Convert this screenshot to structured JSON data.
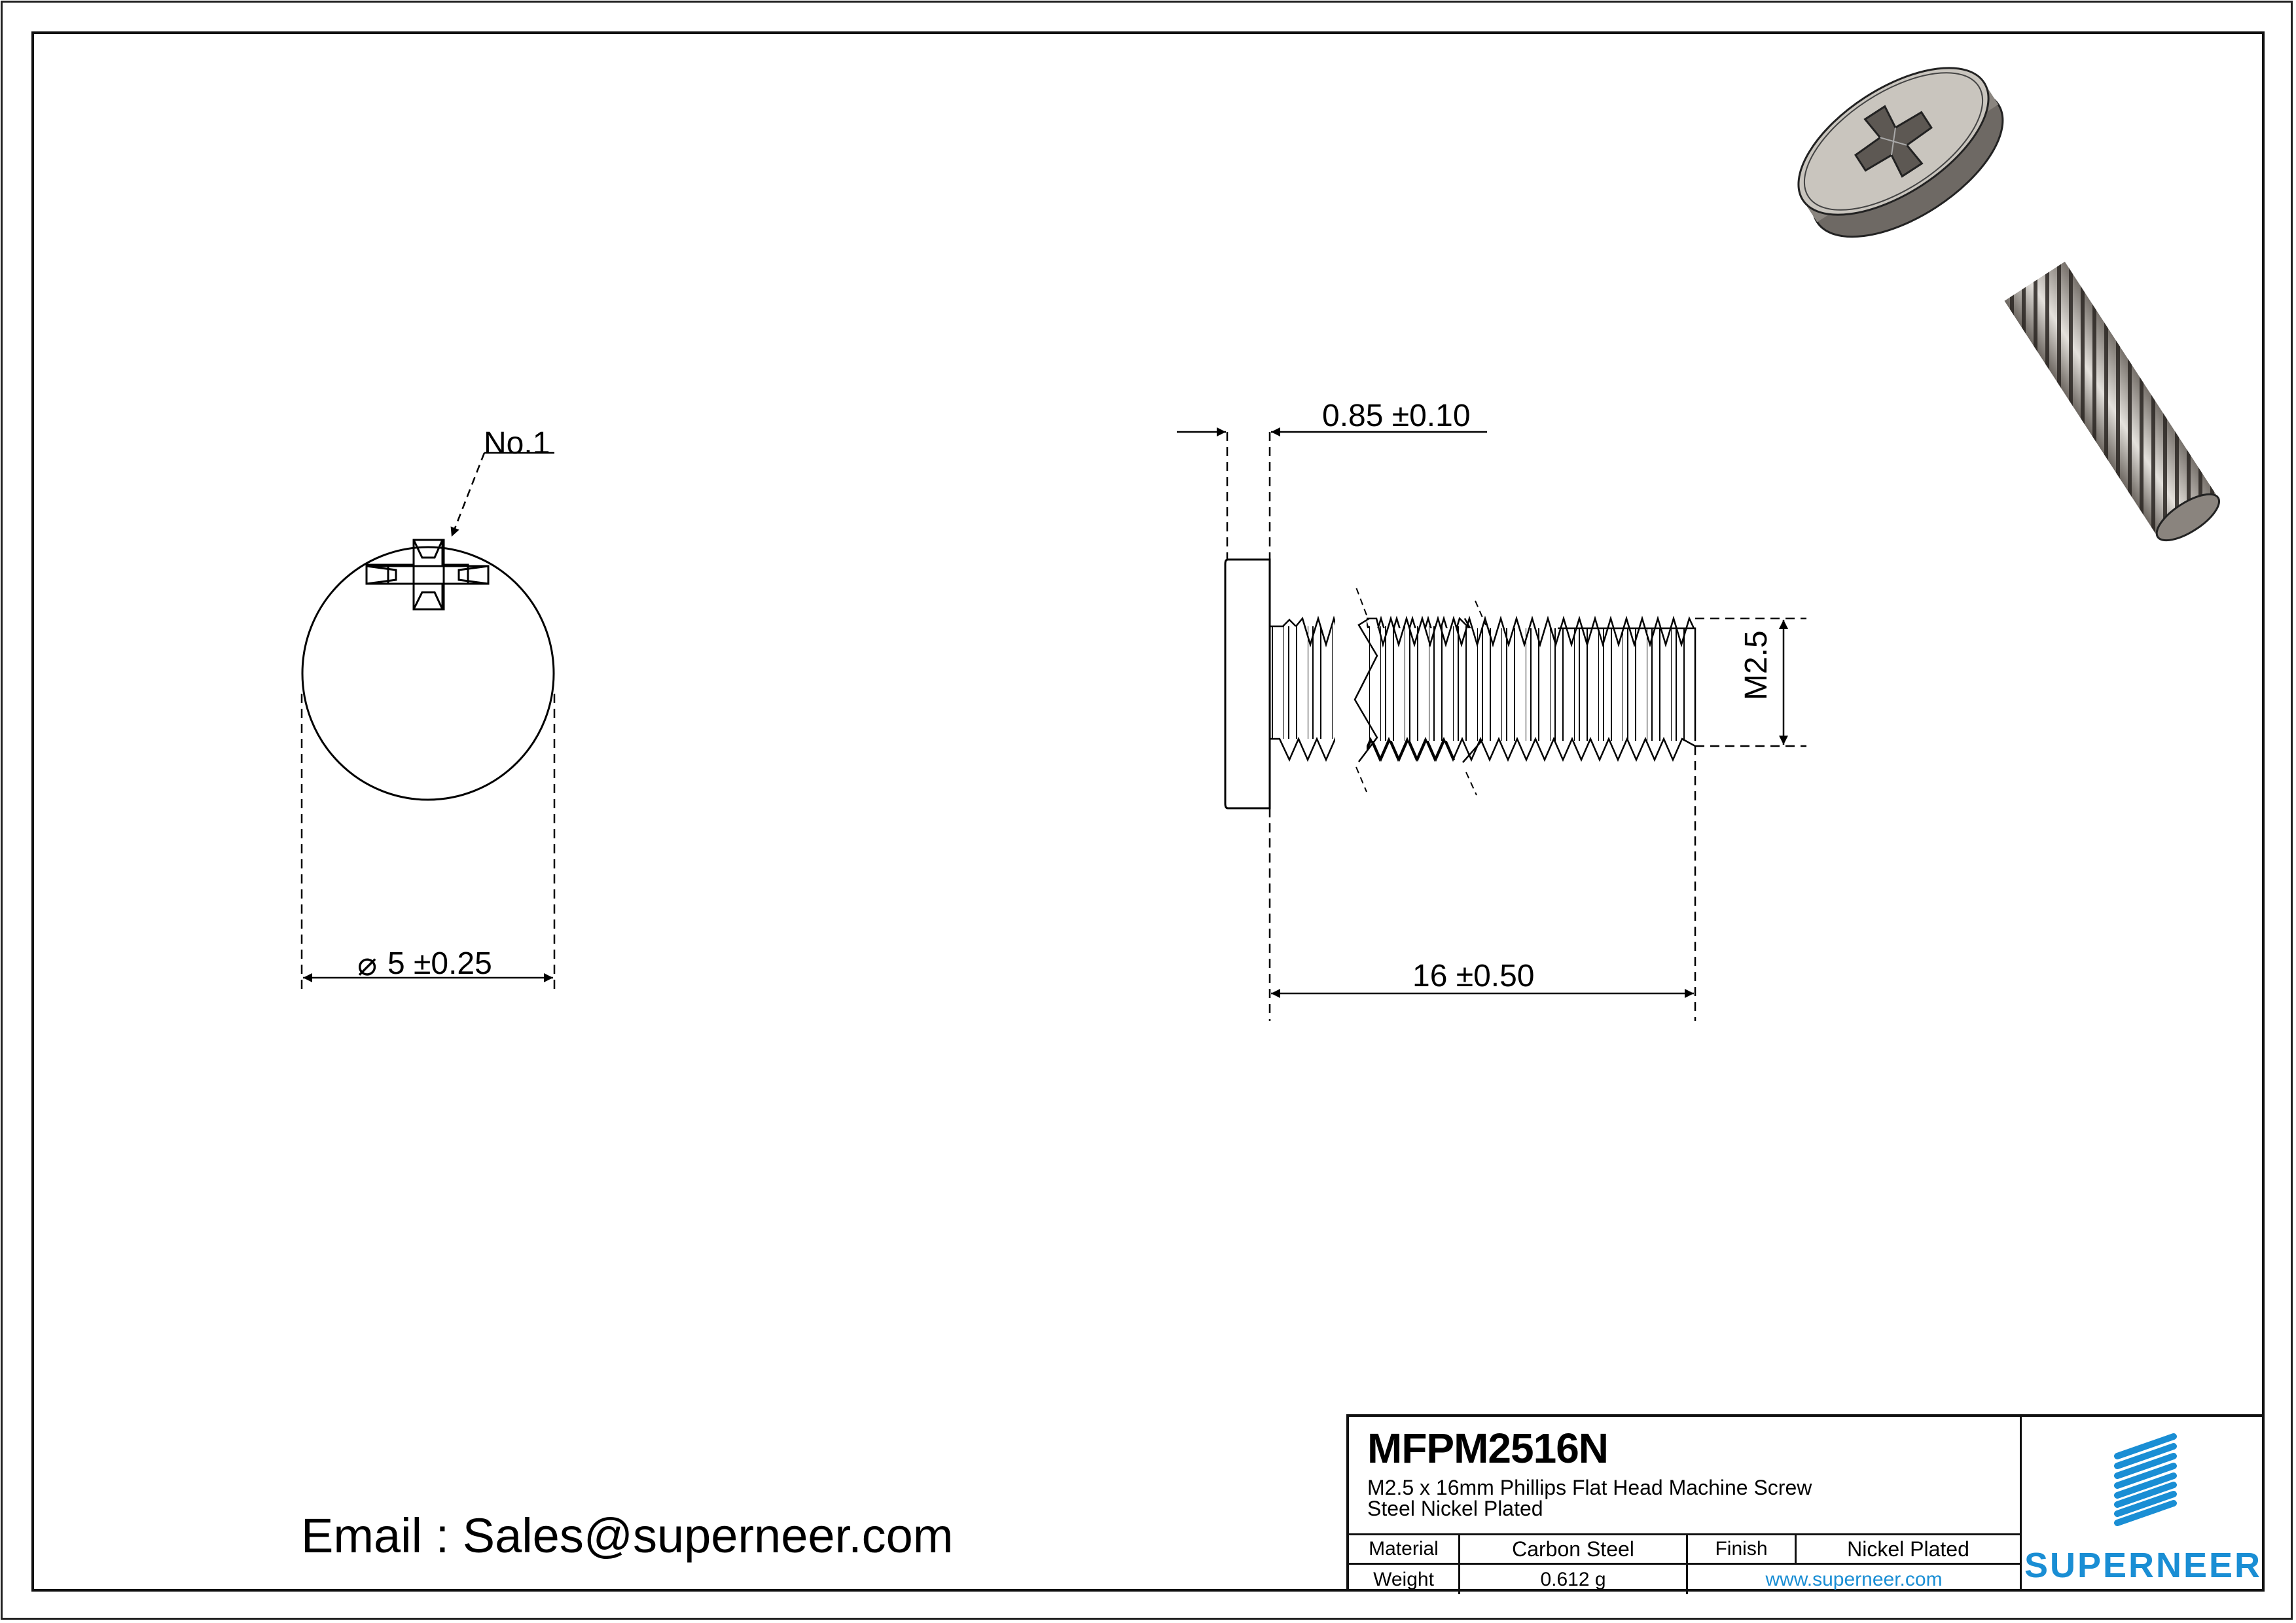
{
  "drawing": {
    "front_view": {
      "callout_label": "No.1",
      "diameter_symbol": "⌀",
      "diameter_dimension": "5 ±0.25"
    },
    "side_view": {
      "head_thickness_dimension": "0.85 ±0.10",
      "thread_size_dimension": "M2.5",
      "length_dimension": "16 ±0.50"
    },
    "isometric_view": {
      "description": "3D rendered Phillips flat head machine screw"
    }
  },
  "contact": {
    "email_line": "Email : Sales@superneer.com"
  },
  "title_block": {
    "part_number": "MFPM2516N",
    "description_line1": "M2.5 x 16mm Phillips Flat Head Machine Screw",
    "description_line2": "Steel Nickel Plated",
    "material_label": "Material",
    "material_value": "Carbon Steel",
    "finish_label": "Finish",
    "finish_value": "Nickel Plated",
    "weight_label": "Weight",
    "weight_value": "0.612 g",
    "website": "www.superneer.com",
    "logo_text": "SUPERNEER",
    "brand_color": "#1a8ed4"
  }
}
